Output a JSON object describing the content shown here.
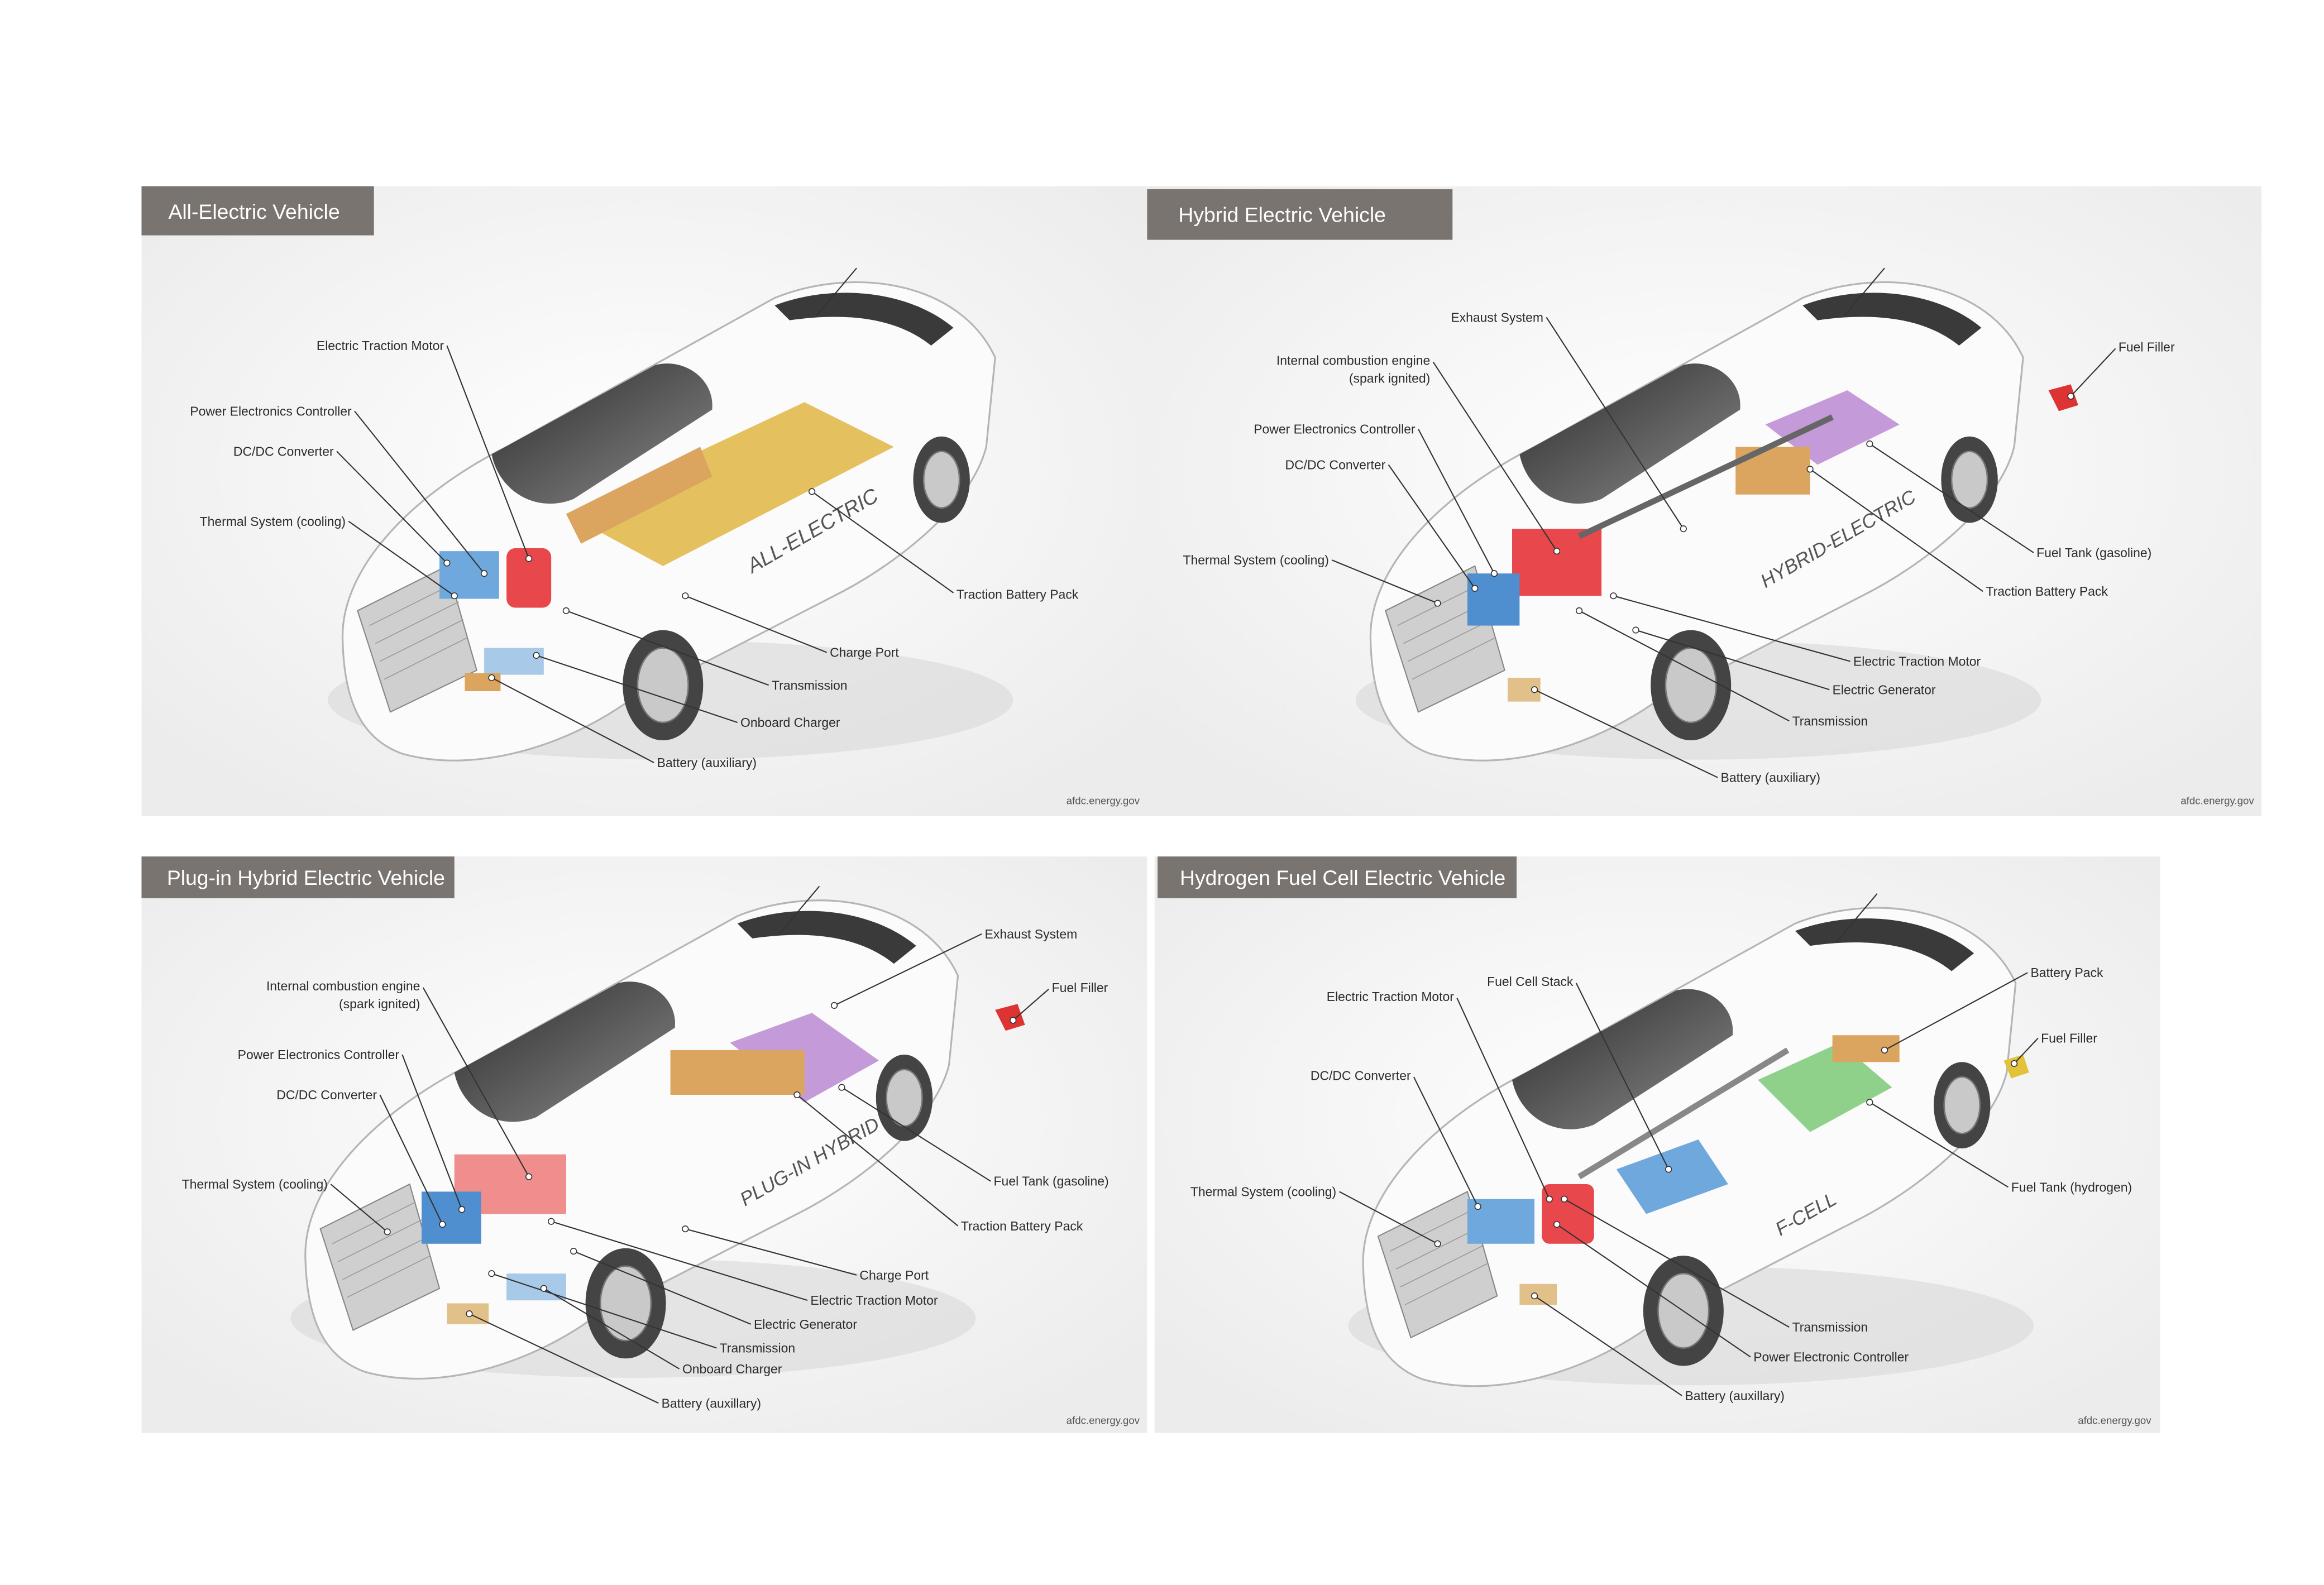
{
  "colors": {
    "title_bar": "#7a7470",
    "panel_bg": "#f2f2f2",
    "motor_red": "#e8474c",
    "electronics_blue": "#6fa8dc",
    "battery_gold": "#e2b94e",
    "battery_orange": "#dba45f",
    "fuel_tank_purple": "#c59ad8",
    "hydrogen_green": "#8fd18b"
  },
  "panels": [
    {
      "title": "All-Electric Vehicle",
      "watermark": "afdc.energy.gov",
      "labels": [
        "Electric Traction Motor",
        "Power Electronics Controller",
        "DC/DC Converter",
        "Thermal System (cooling)",
        "Traction Battery Pack",
        "Charge Port",
        "Transmission",
        "Onboard Charger",
        "Battery (auxiliary)"
      ]
    },
    {
      "title": "Hybrid Electric Vehicle",
      "watermark": "afdc.energy.gov",
      "labels": [
        "Exhaust System",
        "Internal combustion engine",
        "(spark ignited)",
        "Power Electronics Controller",
        "DC/DC Converter",
        "Thermal System (cooling)",
        "Fuel Filler",
        "Fuel Tank (gasoline)",
        "Traction Battery Pack",
        "Electric Traction Motor",
        "Electric Generator",
        "Transmission",
        "Battery (auxiliary)"
      ]
    },
    {
      "title": "Plug-in Hybrid Electric Vehicle",
      "watermark": "afdc.energy.gov",
      "labels": [
        "Exhaust System",
        "Fuel Filler",
        "Internal combustion engine",
        "(spark ignited)",
        "Power Electronics Controller",
        "DC/DC Converter",
        "Thermal System (cooling)",
        "Fuel Tank (gasoline)",
        "Traction Battery Pack",
        "Charge Port",
        "Electric Traction Motor",
        "Electric Generator",
        "Transmission",
        "Onboard Charger",
        "Battery (auxillary)"
      ]
    },
    {
      "title": "Hydrogen Fuel Cell Electric Vehicle",
      "watermark": "afdc.energy.gov",
      "labels": [
        "Fuel Cell Stack",
        "Electric Traction Motor",
        "DC/DC Converter",
        "Thermal System (cooling)",
        "Battery Pack",
        "Fuel Filler",
        "Fuel Tank (hydrogen)",
        "Transmission",
        "Power Electronic Controller",
        "Battery (auxillary)"
      ]
    }
  ]
}
